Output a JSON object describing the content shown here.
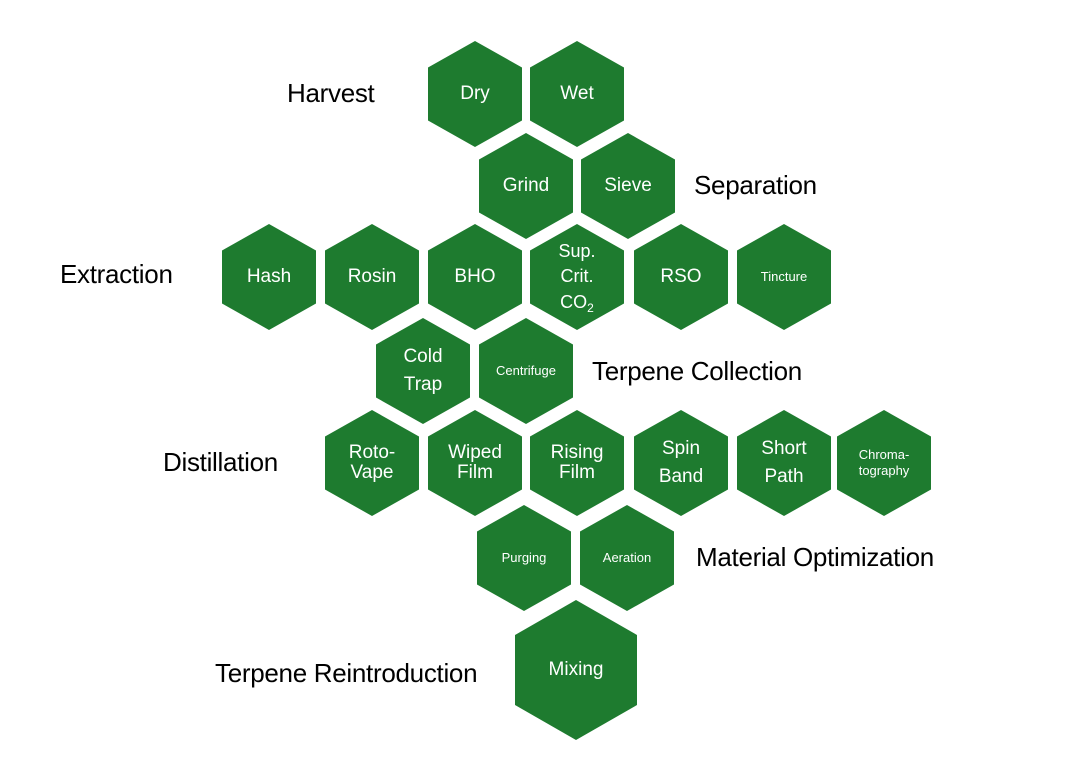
{
  "colors": {
    "hex_fill": "#1e7b2f",
    "text_dark": "#000000",
    "text_light": "#ffffff"
  },
  "labels": {
    "harvest": "Harvest",
    "separation": "Separation",
    "extraction": "Extraction",
    "terpene_collection": "Terpene Collection",
    "distillation": "Distillation",
    "material_optimization": "Material Optimization",
    "terpene_reintroduction": "Terpene Reintroduction"
  },
  "hexes": {
    "dry": "Dry",
    "wet": "Wet",
    "grind": "Grind",
    "sieve": "Sieve",
    "hash": "Hash",
    "rosin": "Rosin",
    "bho": "BHO",
    "supcrit_line1": "Sup.",
    "supcrit_line2": "Crit.",
    "supcrit_co": "CO",
    "supcrit_sub": "2",
    "rso": "RSO",
    "tincture": "Tincture",
    "coldtrap_line1": "Cold",
    "coldtrap_line2": "Trap",
    "centrifuge": "Centrifuge",
    "rotovape_line1": "Roto-",
    "rotovape_line2": "Vape",
    "wipedfilm_line1": "Wiped",
    "wipedfilm_line2": "Film",
    "risingfilm_line1": "Rising",
    "risingfilm_line2": "Film",
    "spinband_line1": "Spin",
    "spinband_line2": "Band",
    "shortpath_line1": "Short",
    "shortpath_line2": "Path",
    "chromatography_line1": "Chroma-",
    "chromatography_line2": "tography",
    "purging": "Purging",
    "aeration": "Aeration",
    "mixing": "Mixing"
  }
}
